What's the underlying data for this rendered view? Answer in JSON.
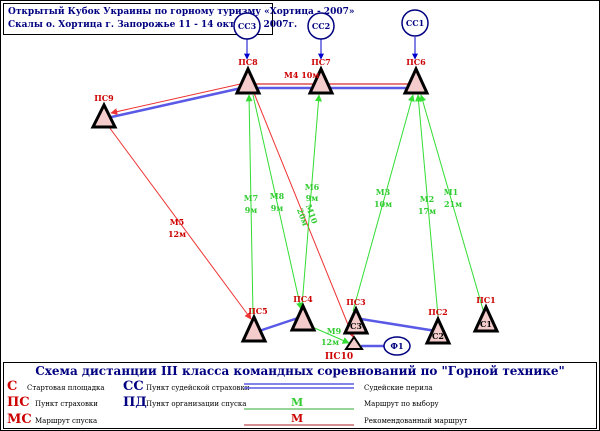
{
  "header": {
    "line1": "Открытый Кубок Украины по горному туризму «Хортица - 2007»",
    "line2": "Скалы о. Хортица г. Запорожье 11 - 14 октября 2007г."
  },
  "colors": {
    "node_fill": "#f5cccc",
    "node_stroke": "#000000",
    "node_label": "#cc0000",
    "ss_fill": "#ffffff",
    "ss_label": "#000080",
    "rail": "#5a5ae6",
    "rail_red": "#e05050",
    "route_green": "#33dd33",
    "route_red": "#ee3333",
    "legend_title": "#000080"
  },
  "nodes": [
    {
      "id": "ps8",
      "label": "ПС8",
      "inner": ""
    },
    {
      "id": "ps7",
      "label": "ПС7",
      "inner": ""
    },
    {
      "id": "ps6",
      "label": "ПС6",
      "inner": ""
    },
    {
      "id": "ps9",
      "label": "ПС9",
      "inner": ""
    },
    {
      "id": "ps5",
      "label": "ПС5",
      "inner": ""
    },
    {
      "id": "ps4",
      "label": "ПС4",
      "inner": ""
    },
    {
      "id": "ps3",
      "label": "ПС3",
      "inner": "С3"
    },
    {
      "id": "ps2",
      "label": "ПС2",
      "inner": "С2"
    },
    {
      "id": "ps1",
      "label": "ПС1",
      "inner": "С1"
    },
    {
      "id": "ps10",
      "label": "ПС10",
      "inner": ""
    }
  ],
  "ss": [
    {
      "id": "ss3",
      "label": "СС3"
    },
    {
      "id": "ss2",
      "label": "СС2"
    },
    {
      "id": "ss1",
      "label": "СС1"
    }
  ],
  "finish": {
    "label": "Ф1"
  },
  "routes": [
    {
      "id": "m1",
      "name": "М1",
      "length": "21м"
    },
    {
      "id": "m2",
      "name": "М2",
      "length": "17м"
    },
    {
      "id": "m3",
      "name": "М3",
      "length": "10м"
    },
    {
      "id": "m4",
      "name": "М4 10м",
      "length": ""
    },
    {
      "id": "m5",
      "name": "М5",
      "length": "12м"
    },
    {
      "id": "m6",
      "name": "М6",
      "length": "9м"
    },
    {
      "id": "m7",
      "name": "М7",
      "length": "9м"
    },
    {
      "id": "m8",
      "name": "М8",
      "length": "9м"
    },
    {
      "id": "m9",
      "name": "М9",
      "length": "12м"
    },
    {
      "id": "m10",
      "name": "М10",
      "length": "20м"
    }
  ],
  "legend": {
    "title": "Схема дистанции III класса командных соревнований по \"Горной технике\"",
    "items": [
      {
        "code": "С",
        "text": "Стартовая площадка"
      },
      {
        "code": "ПС",
        "text": "Пункт страховки"
      },
      {
        "code": "МС",
        "text": "Маршрут спуска"
      },
      {
        "code": "СС",
        "text": "Пункт судейской страховки"
      },
      {
        "code": "ПД",
        "text": "Пункт организации спуска"
      },
      {
        "code": "",
        "text": "Судейские перила"
      },
      {
        "code": "М",
        "text": "Маршрут по выбору"
      },
      {
        "code": "М",
        "text": "Рекомендованный маршрут"
      }
    ]
  }
}
